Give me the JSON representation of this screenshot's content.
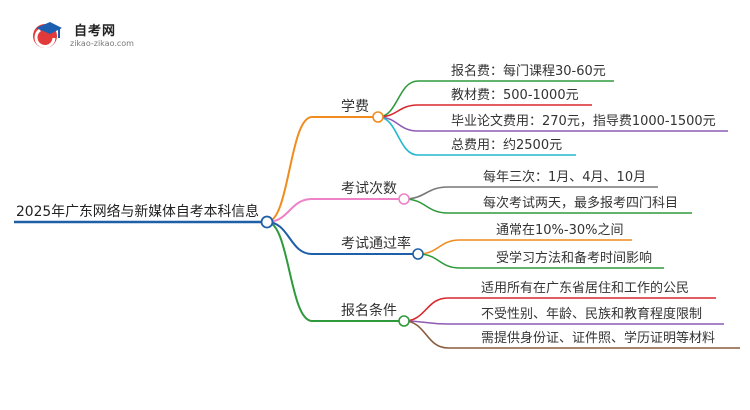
{
  "logo": {
    "name": "自考网",
    "url": "zikao-zikao.com"
  },
  "mindmap": {
    "root": "2025年广东网络与新媒体自考本科信息",
    "branches": [
      {
        "label": "学费",
        "color": "#f08c1e",
        "children": [
          {
            "text": "报名费：每门课程30-60元",
            "color": "#2e9a3c"
          },
          {
            "text": "教材费：500-1000元",
            "color": "#d9262c"
          },
          {
            "text": "毕业论文费用：270元，指导费1000-1500元",
            "color": "#8e5bb5"
          },
          {
            "text": "总费用：约2500元",
            "color": "#22b8cf"
          }
        ]
      },
      {
        "label": "考试次数",
        "color": "#ee82c8",
        "children": [
          {
            "text": "每年三次：1月、4月、10月",
            "color": "#777777"
          },
          {
            "text": "每次考试两天，最多报考四门科目",
            "color": "#2e9a3c"
          }
        ]
      },
      {
        "label": "考试通过率",
        "color": "#1f5fa8",
        "children": [
          {
            "text": "通常在10%-30%之间",
            "color": "#f08c1e"
          },
          {
            "text": "受学习方法和备考时间影响",
            "color": "#2e9a3c"
          }
        ]
      },
      {
        "label": "报名条件",
        "color": "#2e9a3c",
        "children": [
          {
            "text": "适用所有在广东省居住和工作的公民",
            "color": "#d9262c"
          },
          {
            "text": "不受性别、年龄、民族和教育程度限制",
            "color": "#8e5bb5"
          },
          {
            "text": "需提供身份证、证件照、学历证明等材料",
            "color": "#8b5a3c"
          }
        ]
      }
    ]
  }
}
